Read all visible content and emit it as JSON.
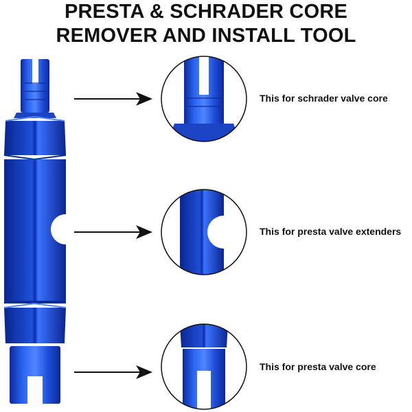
{
  "title": {
    "line1": "PRESTA & SCHRADER CORE",
    "line2": "REMOVER AND INSTALL TOOL"
  },
  "callouts": [
    {
      "label": "This for schrader valve core",
      "icon": "schrader-core-slot-detail"
    },
    {
      "label": "This for presta valve extenders",
      "icon": "presta-extender-notch-detail"
    },
    {
      "label": "This for presta valve core",
      "icon": "presta-core-fork-detail"
    }
  ],
  "colors": {
    "tool_blue": "#1f4fd8",
    "tool_dark": "#0b2a9a",
    "tool_light": "#4f86ff",
    "background": "#ffffff",
    "arrow": "#111111"
  }
}
